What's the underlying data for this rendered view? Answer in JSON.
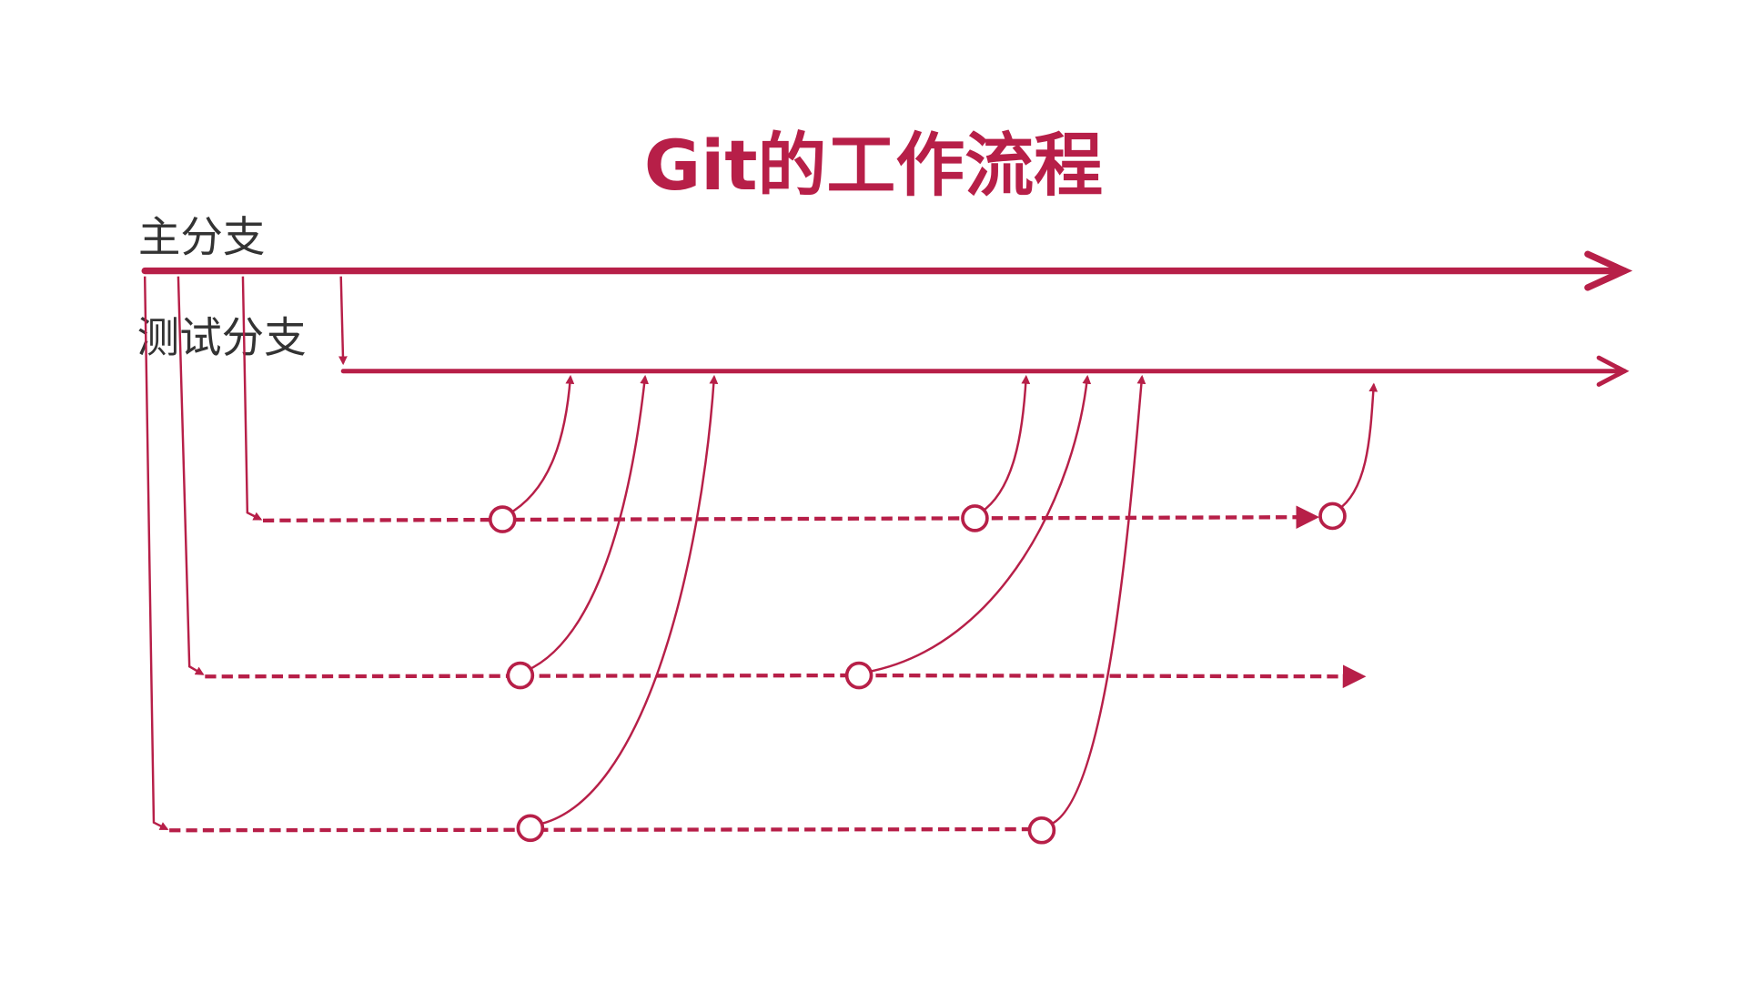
{
  "title": "Git的工作流程",
  "branches": {
    "main_label": "主分支",
    "test_label": "测试分支"
  },
  "colors": {
    "accent": "#b71f48",
    "text": "#333333",
    "background": "#ffffff"
  }
}
